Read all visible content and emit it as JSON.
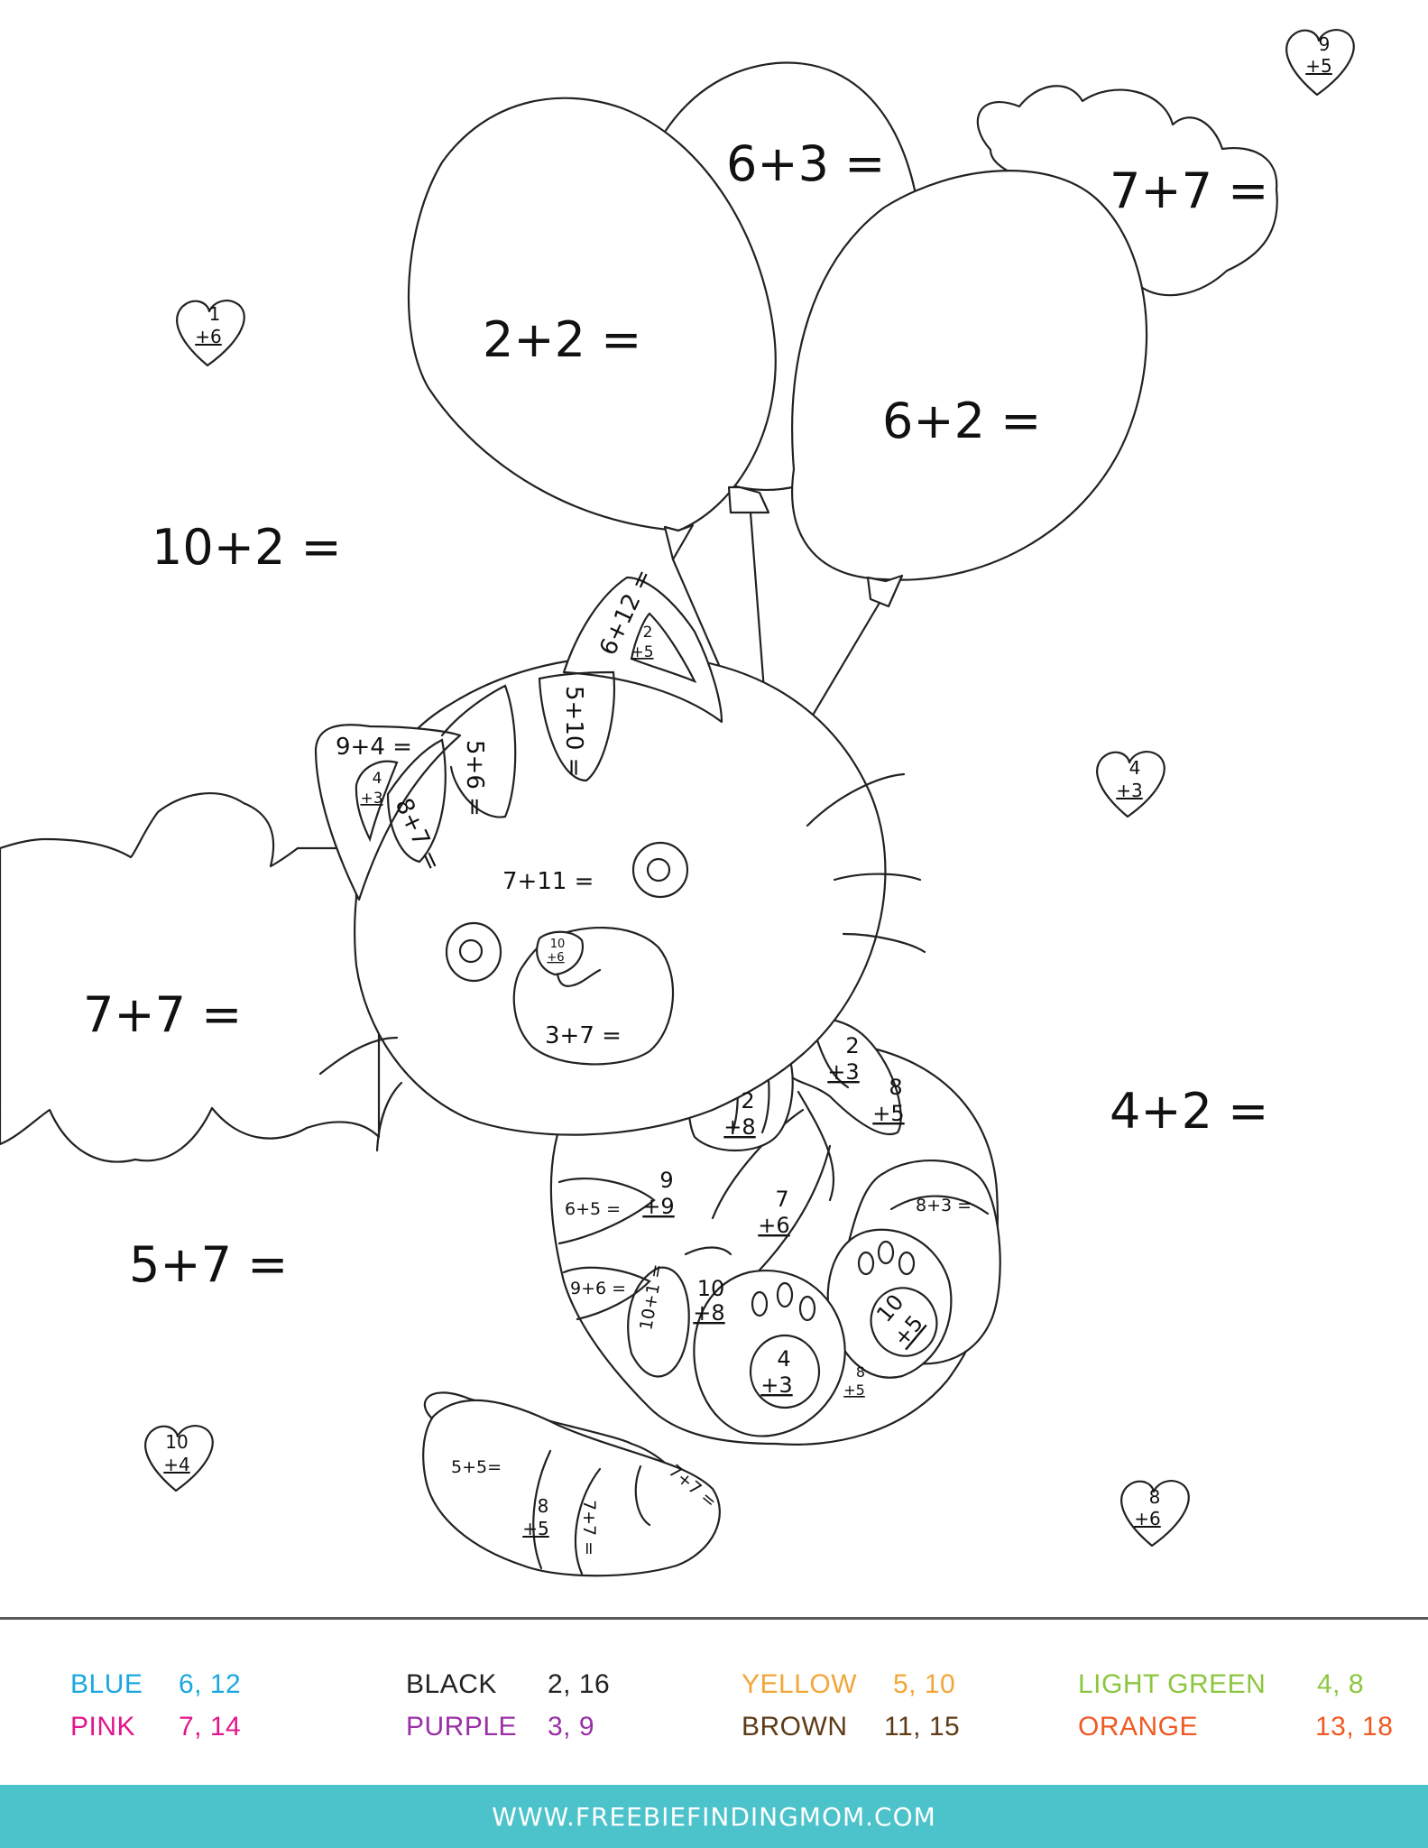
{
  "picture": {
    "balloons": [
      "6+3 =",
      "2+2 =",
      "6+2 ="
    ],
    "cloud_top": "7+7 =",
    "cloud_left": "7+7 =",
    "free_problems": [
      "10+2 =",
      "4+2 =",
      "5+7 ="
    ],
    "hearts": [
      {
        "top": "9",
        "bottom": "+5"
      },
      {
        "top": "1",
        "bottom": "+6"
      },
      {
        "top": "4",
        "bottom": "+3"
      },
      {
        "top": "10",
        "bottom": "+4"
      },
      {
        "top": "8",
        "bottom": "+6"
      }
    ],
    "cat": {
      "ear_right": "6+12 =",
      "ear_right_inner": {
        "top": "2",
        "bottom": "+5"
      },
      "ear_left": "9+4 =",
      "ear_left_inner": {
        "top": "4",
        "bottom": "+3"
      },
      "stripes": [
        "8+7 =",
        "5+6 =",
        "5+10 ="
      ],
      "face": "7+11 =",
      "nose": {
        "top": "10",
        "bottom": "+6"
      },
      "muzzle": "3+7 =",
      "bow_knot": {
        "top": "2",
        "bottom": "+3"
      },
      "bow_right": {
        "top": "8",
        "bottom": "+5"
      },
      "paw_front": {
        "top": "2",
        "bottom": "+8"
      },
      "belly_top": {
        "top": "9",
        "bottom": "+9"
      },
      "belly_mid": {
        "top": "7",
        "bottom": "+6"
      },
      "body_stripe_1": "6+5 =",
      "body_stripe_2": "9+6 =",
      "leg_stripe": "10+1 =",
      "leg_a": {
        "top": "10",
        "bottom": "+8"
      },
      "foot_left_pad": {
        "top": "4",
        "bottom": "+3"
      },
      "between_feet": {
        "top": "8",
        "bottom": "+5"
      },
      "foot_right_pad": {
        "top": "10",
        "bottom": "+5"
      },
      "hind_stripe": "8+3 =",
      "tail_tip": "5+5=",
      "tail_a": {
        "top": "8",
        "bottom": "+5"
      },
      "tail_b": "7+7 =",
      "tail_c": "7+7 ="
    }
  },
  "legend": [
    {
      "name": "BLUE",
      "values": "6, 12",
      "color": "#1aa7e0"
    },
    {
      "name": "PINK",
      "values": "7, 14",
      "color": "#e2168c"
    },
    {
      "name": "BLACK",
      "values": "2, 16",
      "color": "#222222"
    },
    {
      "name": "PURPLE",
      "values": "3, 9",
      "color": "#9b2fa8"
    },
    {
      "name": "YELLOW",
      "values": "5, 10",
      "color": "#f2a638"
    },
    {
      "name": "BROWN",
      "values": "11, 15",
      "color": "#5e3b17"
    },
    {
      "name": "LIGHT GREEN",
      "values": "4, 8",
      "color": "#8cc63f"
    },
    {
      "name": "ORANGE",
      "values": "13, 18",
      "color": "#ee5a24"
    }
  ],
  "footer": {
    "url": "WWW.FREEBIEFINDINGMOM.COM",
    "background": "#4cc3cb"
  }
}
